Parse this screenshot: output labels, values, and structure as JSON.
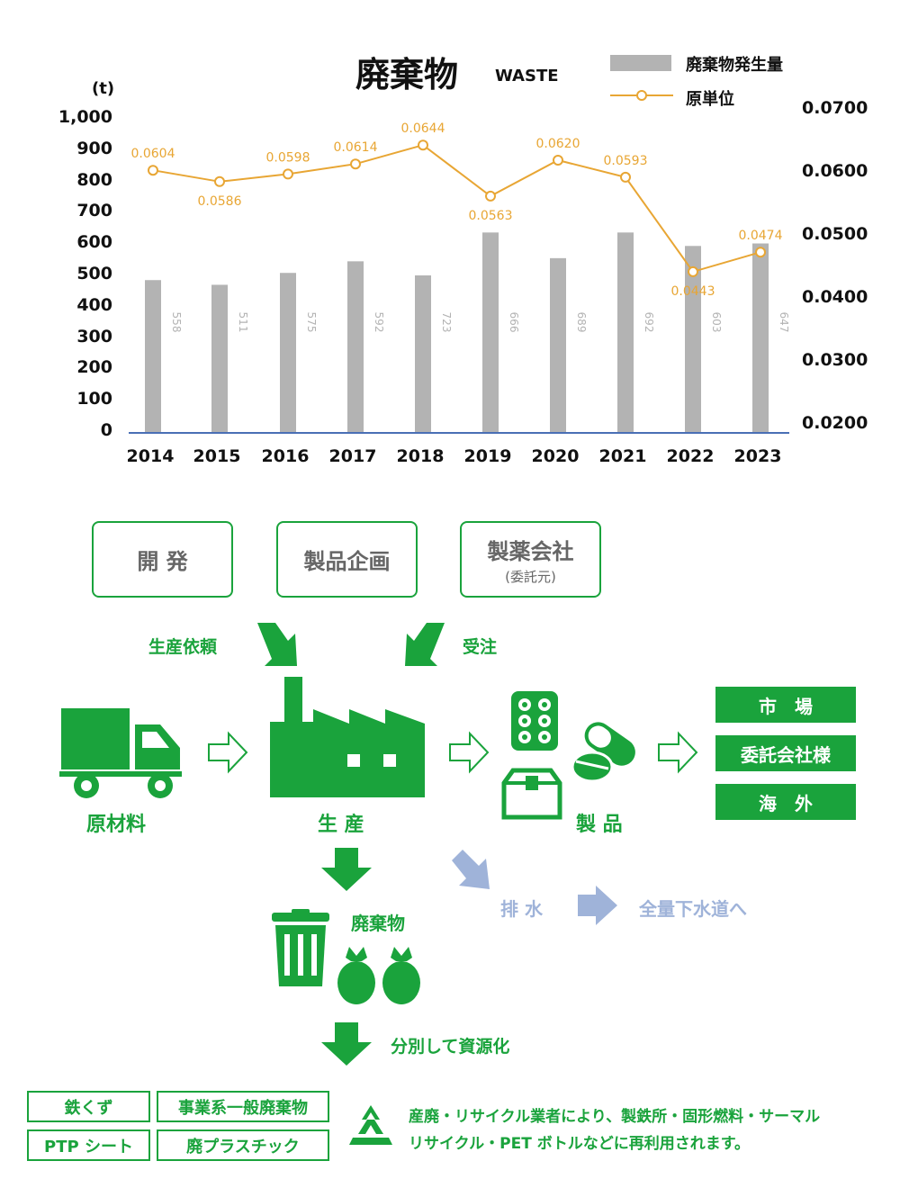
{
  "chart_data": {
    "type": "bar",
    "title": "廃棄物",
    "subtitle": "WASTE",
    "y_unit": "(t)",
    "categories": [
      "2014",
      "2015",
      "2016",
      "2017",
      "2018",
      "2019",
      "2020",
      "2021",
      "2022",
      "2023"
    ],
    "series": [
      {
        "name": "廃棄物発生量",
        "type": "bar",
        "color": "#b3b3b3",
        "values": [
          558,
          511,
          575,
          592,
          723,
          666,
          689,
          692,
          603,
          647
        ],
        "bar_heights_as_drawn": [
          485,
          470,
          508,
          545,
          500,
          637,
          555,
          637,
          594,
          602
        ]
      },
      {
        "name": "原単位",
        "type": "line",
        "color": "#e8a634",
        "values": [
          0.0604,
          0.0586,
          0.0598,
          0.0614,
          0.0644,
          0.0563,
          0.062,
          0.0593,
          0.0443,
          0.0474
        ]
      }
    ],
    "ylim": [
      0,
      1000
    ],
    "y_ticks": [
      "1,000",
      "900",
      "800",
      "700",
      "600",
      "500",
      "400",
      "300",
      "200",
      "100",
      "0"
    ],
    "y2lim": [
      0.02,
      0.07
    ],
    "y2_ticks": [
      "0.0700",
      "0.0600",
      "0.0500",
      "0.0400",
      "0.0300",
      "0.0200"
    ],
    "legend_position": "top-right",
    "grid": false
  },
  "flow": {
    "top_boxes": {
      "dev": "開 発",
      "planning": "製品企画",
      "pharma": "製薬会社",
      "pharma_sub": "(委託元)"
    },
    "request_label": "生産依頼",
    "order_label": "受注",
    "raw_label": "原材料",
    "production_label": "生 産",
    "products_label": "製 品",
    "outlets": [
      "市　場",
      "委託会社様",
      "海　外"
    ],
    "drain_label": "排 水",
    "sewer_label": "全量下水道へ",
    "waste_label": "廃棄物",
    "sort_label": "分別して資源化",
    "categories": [
      "鉄くず",
      "事業系一般廃棄物",
      "PTP シート",
      "廃プラスチック"
    ],
    "note_line1": "産廃・リサイクル業者により、製鉄所・固形燃料・サーマル",
    "note_line2": "リサイクル・PET ボトルなどに再利用されます。"
  },
  "colors": {
    "green": "#1aa33c",
    "bar": "#b3b3b3",
    "line": "#e8a634",
    "light_blue": "#9fb3d9",
    "axis": "#4a6fb5"
  }
}
